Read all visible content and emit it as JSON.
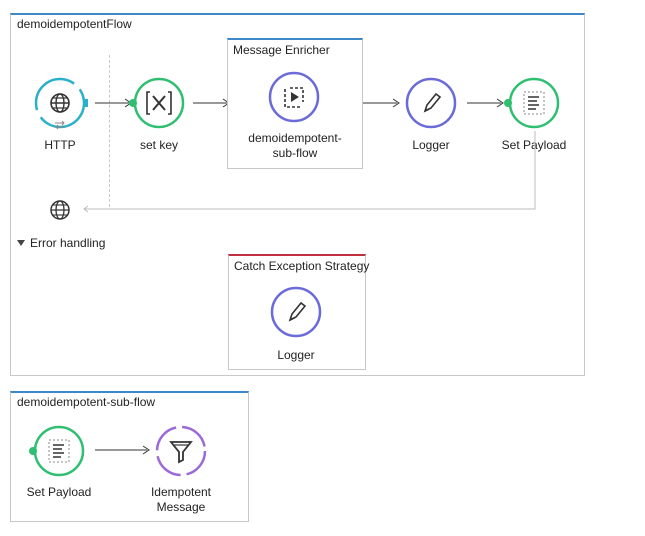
{
  "main_flow": {
    "title": "demoidempotentFlow",
    "nodes": {
      "http": "HTTP",
      "set_key": "set key",
      "enricher_title": "Message Enricher",
      "enricher_inner": "demoidempotent-\nsub-flow",
      "logger": "Logger",
      "set_payload": "Set Payload"
    },
    "error_handling": {
      "label": "Error handling",
      "strategy_title": "Catch Exception Strategy",
      "logger": "Logger"
    }
  },
  "sub_flow": {
    "title": "demoidempotent-sub-flow",
    "nodes": {
      "set_payload": "Set Payload",
      "idempotent": "Idempotent\nMessage"
    }
  },
  "colors": {
    "flow_header": "#3d88c8",
    "http_ring": "#2ab0c9",
    "transformer_ring": "#2fbf71",
    "component_ring": "#6a6ad8",
    "filter_ring": "#9b6ad8",
    "exception_border": "#c03040"
  }
}
